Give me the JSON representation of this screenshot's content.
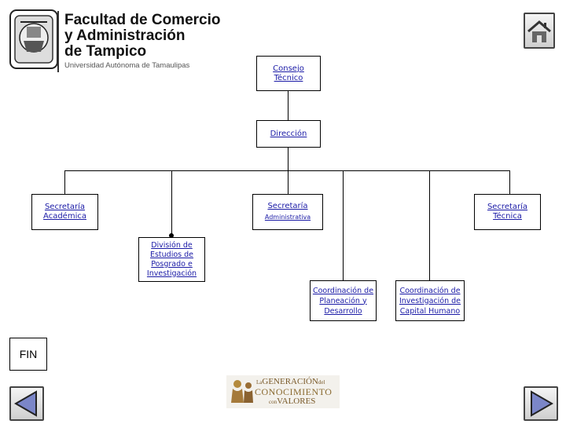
{
  "header": {
    "title_lines": [
      "Facultad de Comercio",
      "y Administración",
      "de Tampico"
    ],
    "subtitle": "Universidad Autónoma de Tamaulipas"
  },
  "nodes": {
    "consejo": "Consejo\nTécnico",
    "direccion": "Dirección",
    "sec_academica": "Secretaría\nAcadémica",
    "sec_admin_line1": "Secretaría",
    "sec_admin_line2": "Administrativa",
    "sec_tecnica": "Secretaría\nTécnica",
    "posgrado": "División de\nEstudios de\nPosgrado e\nInvestigación",
    "planeacion": "Coordinación de\nPlaneación y\nDesarrollo",
    "capital": "Coordinación de\nInvestigación de\nCapital Humano"
  },
  "fin_label": "FIN",
  "footer_logo": {
    "line1_pre": "La",
    "line1": "GENERACIÓN",
    "line1_post": "del",
    "line2": "CONOCIMIENTO",
    "line3_pre": "con",
    "line3": "VALORES"
  },
  "icons": {
    "home": "home-icon",
    "prev": "arrow-left-icon",
    "next": "arrow-right-icon"
  },
  "colors": {
    "link": "#1a1aa6",
    "arrow_fill": "#7b86c8",
    "logo_gold": "#b48a3c"
  }
}
